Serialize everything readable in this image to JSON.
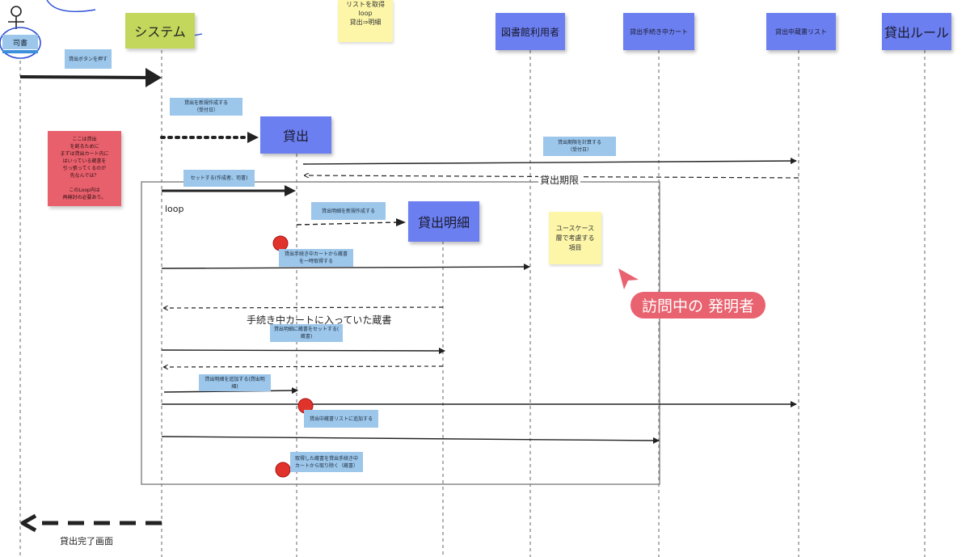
{
  "actor": {
    "name": "司書"
  },
  "lifelines": {
    "system": "システム",
    "user": "図書館利用者",
    "cart": "貸出手続き中カート",
    "list": "貸出中蔵書リスト",
    "rule": "貸出ルール",
    "loan": "貸出",
    "detail": "貸出明細"
  },
  "top_sticky": "リストを取得\nloop\n貸出⇒明細",
  "notes": {
    "press_button": "貸出ボタンを押す",
    "create_loan": "貸出を新規作成する\n（受付日）",
    "calc_due": "貸出期限を計算する\n（受付日）",
    "set_loan": "セットする(作成者、司書)",
    "create_detail": "貸出明細を新規作成する",
    "take_from_cart": "貸出手続き中カートから蔵書\nを一時取得する",
    "set_book": "貸出明細に蔵書をセットする(\n蔵書)",
    "add_detail": "貸出明細を追加する(貸出明細)",
    "add_to_list": "貸出中蔵書リストに追加する",
    "remove_from_cart": "取得した蔵書を貸出手続き中\nカートから取り除く（蔵書）"
  },
  "pink_note": "ここは貸出\nを創るために\nまずは貸出カート内に\nはいっている蔵書を\n引っ張ってくるのが\n先なんでは？\n\nこのLoop内は\n再検討の必要あり。",
  "yellow_note": "ユースケース\n層で考慮する\n項目",
  "labels": {
    "due_return": "貸出期限",
    "loop": "loop",
    "cart_return": "手続き中カートに入っていた蔵書",
    "done": "貸出完了画面"
  },
  "visitor_badge": "訪問中の 発明者",
  "colors": {
    "object": "#6b7ff0",
    "note": "#9cc6ea",
    "pink": "#e9606d",
    "yellow": "#fdf6a8",
    "green": "#c3d75c",
    "dot": "#e0332b",
    "badge": "#e8636f"
  }
}
